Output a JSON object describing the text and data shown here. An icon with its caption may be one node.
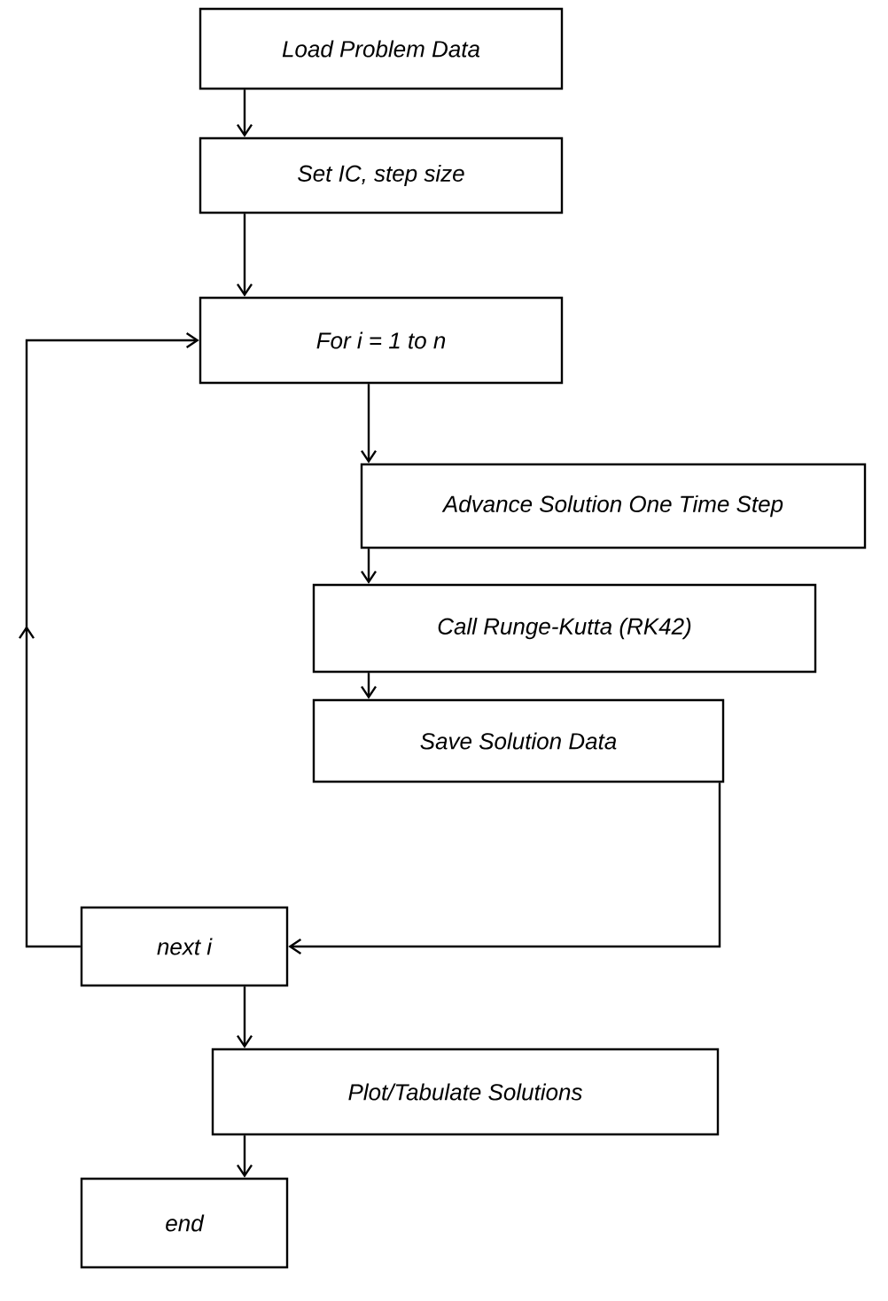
{
  "diagram": {
    "nodes": [
      {
        "text": [
          "Load Problem Data"
        ]
      },
      {
        "text": [
          "Set IC, step size"
        ]
      },
      {
        "text": [
          "For i = 1 to n"
        ]
      },
      {
        "text": [
          "Advance Solution One Time Step"
        ]
      },
      {
        "text": [
          "Call Runge-Kutta (RK42)"
        ]
      },
      {
        "text": [
          "Save Solution Data"
        ]
      },
      {
        "text": [
          "next  i"
        ]
      },
      {
        "text": [
          "Plot/Tabulate Solutions"
        ]
      },
      {
        "text": [
          "end"
        ]
      }
    ],
    "edges": [
      {
        "from": 0,
        "to": 1,
        "arrow": "to"
      },
      {
        "from": 1,
        "to": 2,
        "arrow": "to"
      },
      {
        "from": 2,
        "to": 3,
        "arrow": "to"
      },
      {
        "from": 3,
        "to": 4,
        "arrow": "to"
      },
      {
        "from": 4,
        "to": 5,
        "arrow": "to"
      },
      {
        "from": 5,
        "to": 6,
        "arrow": "to"
      },
      {
        "from": 6,
        "to": 2,
        "arrow": "to"
      },
      {
        "from": 6,
        "to": 7,
        "arrow": "to"
      },
      {
        "from": 7,
        "to": 8,
        "arrow": "to"
      }
    ]
  }
}
